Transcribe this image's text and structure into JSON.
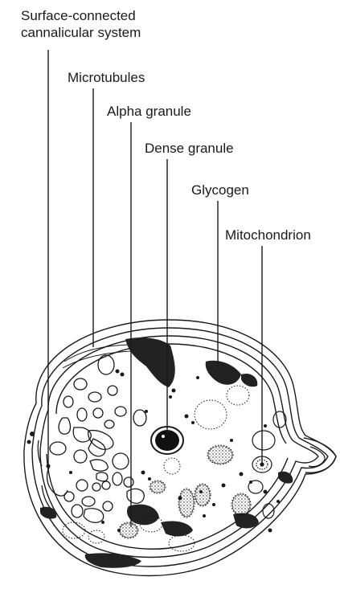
{
  "labels": {
    "scs_line1": "Surface-connected",
    "scs_line2": "cannalicular system",
    "microtubules": "Microtubules",
    "alpha": "Alpha granule",
    "dense": "Dense granule",
    "glycogen": "Glycogen",
    "mitochondrion": "Mitochondrion"
  },
  "colors": {
    "ink": "#1a1a1a",
    "background": "#ffffff"
  }
}
